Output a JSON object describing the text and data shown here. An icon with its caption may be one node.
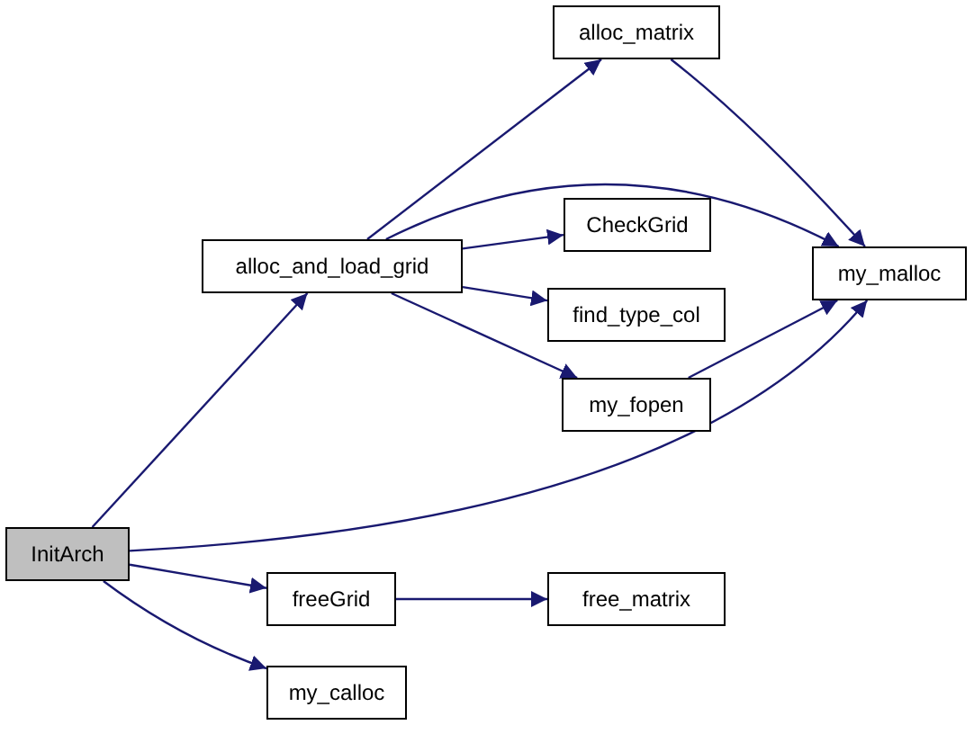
{
  "diagram": {
    "nodes": [
      {
        "text": [
          "InitArch"
        ]
      },
      {
        "text": [
          "alloc_and_load_grid"
        ]
      },
      {
        "text": [
          "alloc_matrix"
        ]
      },
      {
        "text": [
          "CheckGrid"
        ]
      },
      {
        "text": [
          "find_type_col"
        ]
      },
      {
        "text": [
          "my_fopen"
        ]
      },
      {
        "text": [
          "my_malloc"
        ]
      },
      {
        "text": [
          "freeGrid"
        ]
      },
      {
        "text": [
          "free_matrix"
        ]
      },
      {
        "text": [
          "my_calloc"
        ]
      }
    ],
    "edges": [
      {
        "from": 0,
        "to": 1,
        "arrow": "to"
      },
      {
        "from": 1,
        "to": 2,
        "arrow": "to"
      },
      {
        "from": 1,
        "to": 6,
        "arrow": "to"
      },
      {
        "from": 1,
        "to": 3,
        "arrow": "to"
      },
      {
        "from": 1,
        "to": 4,
        "arrow": "to"
      },
      {
        "from": 1,
        "to": 5,
        "arrow": "to"
      },
      {
        "from": 2,
        "to": 6,
        "arrow": "to"
      },
      {
        "from": 5,
        "to": 6,
        "arrow": "to"
      },
      {
        "from": 0,
        "to": 6,
        "arrow": "to"
      },
      {
        "from": 0,
        "to": 7,
        "arrow": "to"
      },
      {
        "from": 0,
        "to": 9,
        "arrow": "to"
      },
      {
        "from": 7,
        "to": 8,
        "arrow": "to"
      }
    ]
  }
}
